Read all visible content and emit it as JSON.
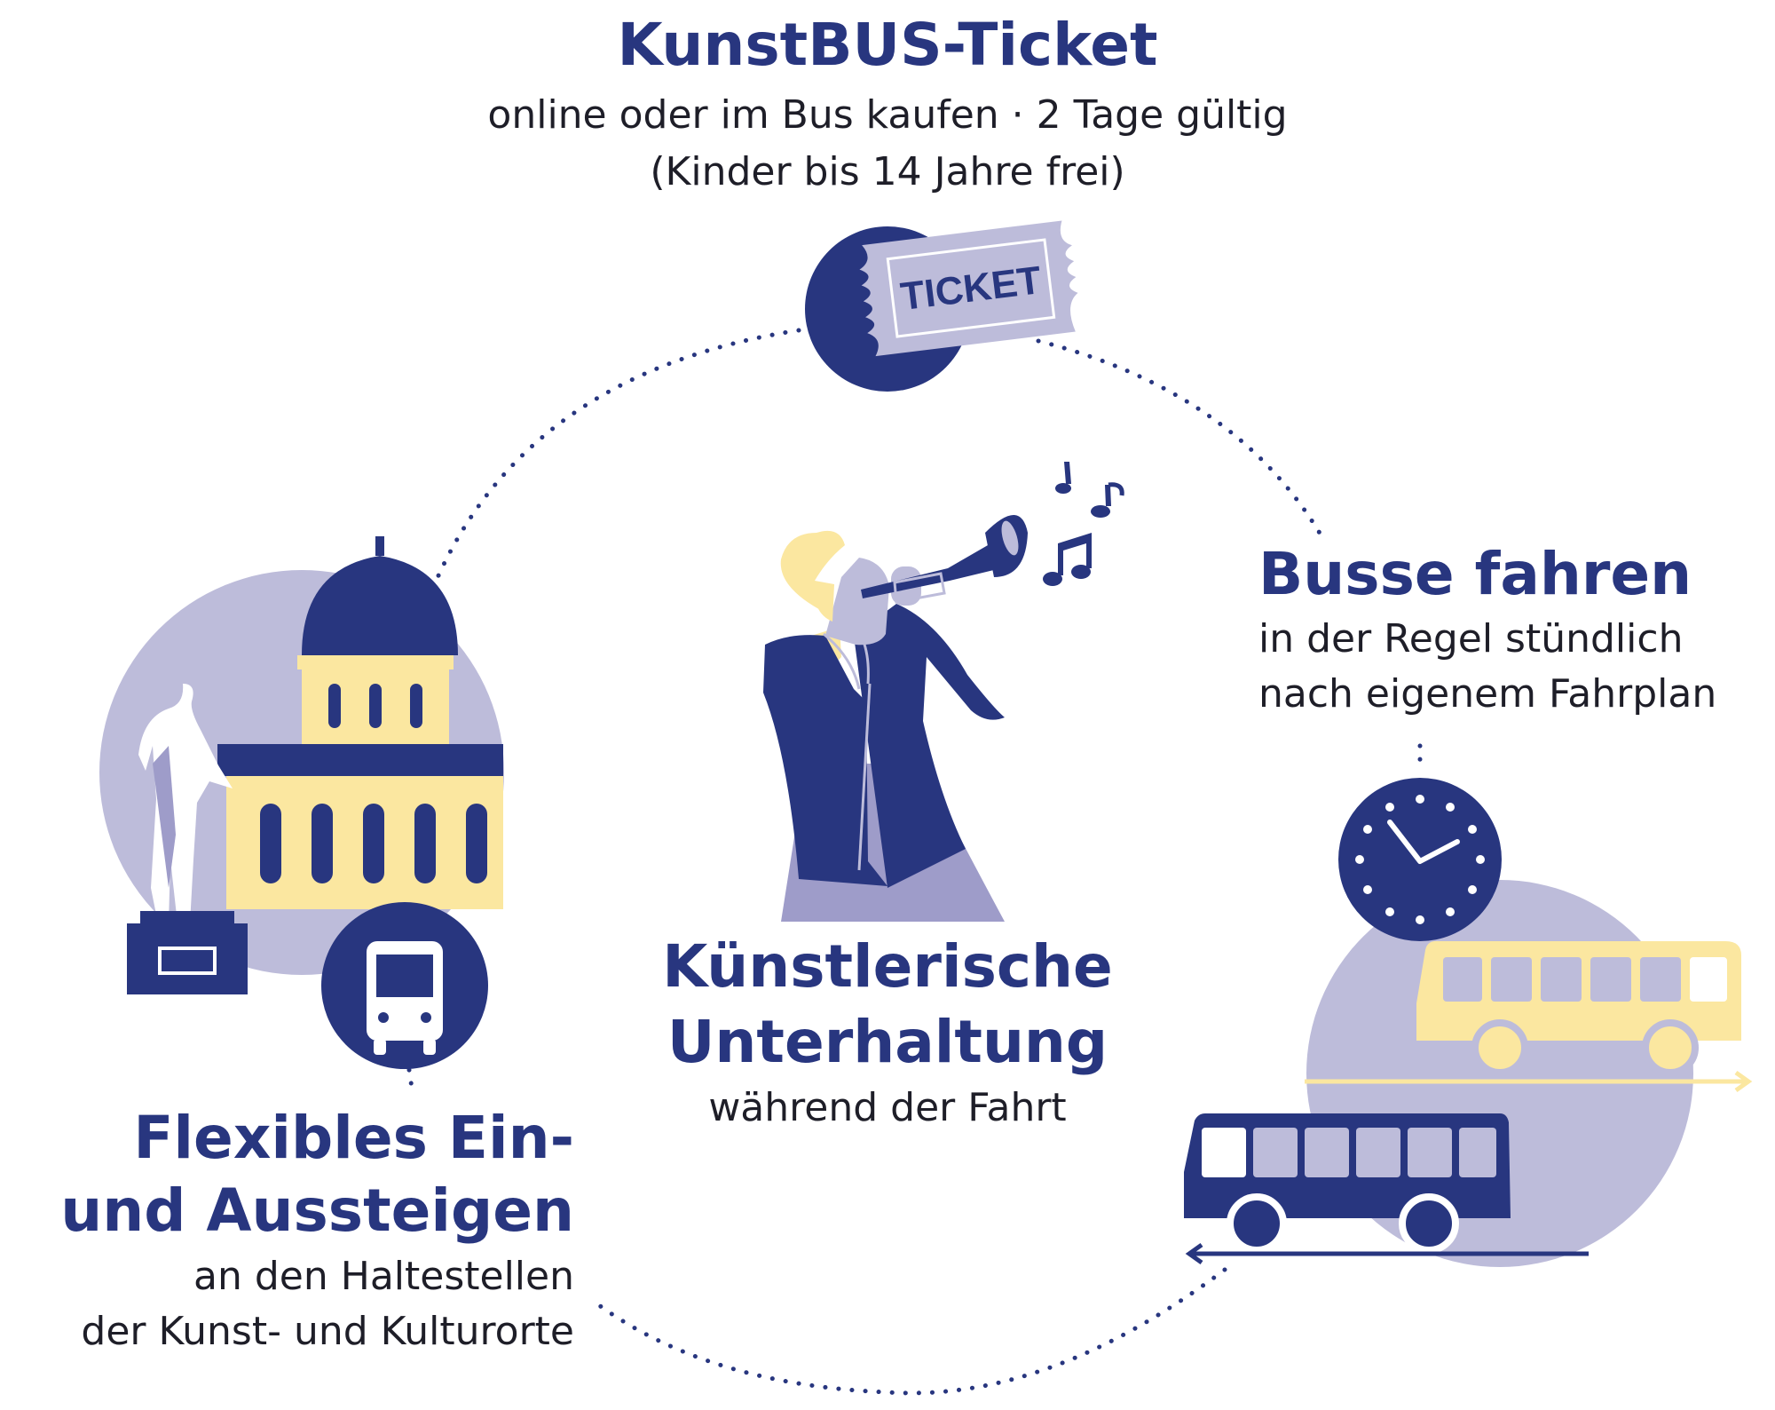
{
  "colors": {
    "navy": "#28367f",
    "lavender": "#bdbcda",
    "lavender_dark": "#9e9cc9",
    "yellow": "#fbe7a0",
    "text_dark": "#1e1e28"
  },
  "ticket": {
    "title": "KunstBUS-Ticket",
    "line1": "online oder im Bus kaufen · 2 Tage gültig",
    "line2": "(Kinder bis 14 Jahre frei)",
    "stub_label": "TICKET",
    "icon": "ticket-icon"
  },
  "buses": {
    "title": "Busse fahren",
    "line1": "in der Regel stündlich",
    "line2": "nach eigenem Fahrplan",
    "icons": [
      "clock-icon",
      "bus-icon"
    ]
  },
  "entertainment": {
    "title_line1": "Künstlerische",
    "title_line2": "Unterhaltung",
    "subtitle": "während der Fahrt",
    "icons": [
      "trumpet-player-icon",
      "music-notes-icon"
    ]
  },
  "flexible": {
    "title_line1": "Flexibles Ein-",
    "title_line2": "und Aussteigen",
    "line1": "an den Haltestellen",
    "line2": "der Kunst- und Kulturorte",
    "icons": [
      "museum-building-icon",
      "statue-icon",
      "bus-stop-icon"
    ]
  }
}
